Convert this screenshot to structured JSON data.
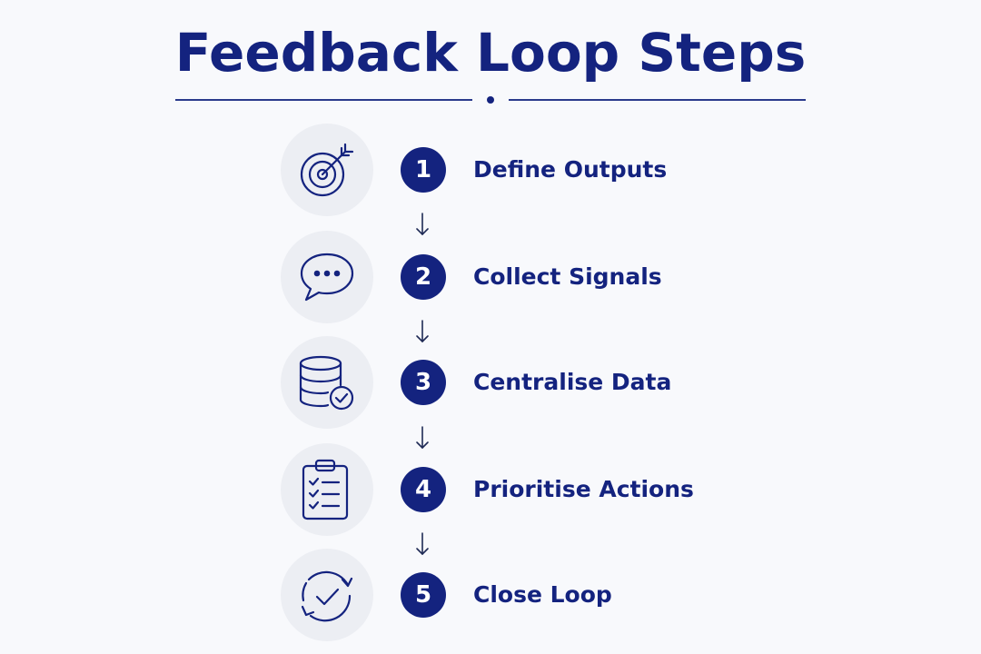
{
  "title": "Feedback Loop Steps",
  "colors": {
    "primary": "#14237f",
    "background": "#f8f9fc",
    "icon_bg": "#eceef3"
  },
  "steps": [
    {
      "number": "1",
      "label": "Define Outputs",
      "icon": "target-icon"
    },
    {
      "number": "2",
      "label": "Collect Signals",
      "icon": "chat-bubble-icon"
    },
    {
      "number": "3",
      "label": "Centralise Data",
      "icon": "database-check-icon"
    },
    {
      "number": "4",
      "label": "Prioritise Actions",
      "icon": "clipboard-checklist-icon"
    },
    {
      "number": "5",
      "label": "Close Loop",
      "icon": "refresh-check-icon"
    }
  ]
}
